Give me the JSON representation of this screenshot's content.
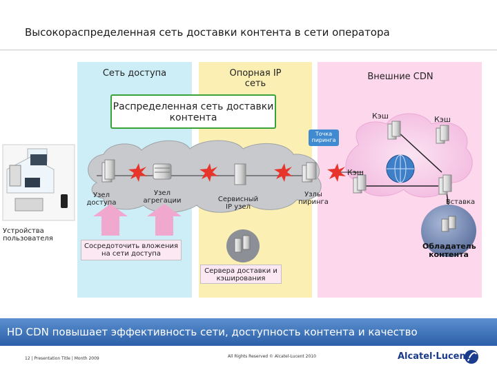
{
  "title": "Высокораспределенная сеть доставки контента в сети оператора",
  "zones": {
    "access": "Сеть доступа",
    "core": "Опорная IP сеть",
    "external": "Внешние CDN"
  },
  "dcdn_box": "Распределенная сеть доставки контента",
  "peering_point_tooltip": "Точка пиринга",
  "cache_labels": [
    "Кэш",
    "Кэш",
    "Кэш"
  ],
  "nodes": {
    "access": "Узел доступа",
    "aggregation": "Узел агрегации",
    "service": "Сервисный IP узел",
    "peering": "Узлы пиринга",
    "insertion": "Вставка"
  },
  "user_devices": "Устройства пользователя",
  "callout_access": "Сосредоточить вложения на сети доступа",
  "callout_servers": "Сервера доставки и кэширования",
  "content_owner": "Обладатель контента",
  "banner": "HD CDN повышает эффективность сети, доступность контента и качество",
  "footer": {
    "left": "12 | Presentation Title | Month 2009",
    "center": "All Rights Reserved © Alcatel-Lucent 2010",
    "brand": "Alcatel·Lucent"
  },
  "colors": {
    "access_zone": "#cdeef7",
    "core_zone": "#fbefb4",
    "external_zone": "#fdd7ec",
    "banner": "#2c5fa8",
    "dcdn_border": "#38a23a"
  }
}
